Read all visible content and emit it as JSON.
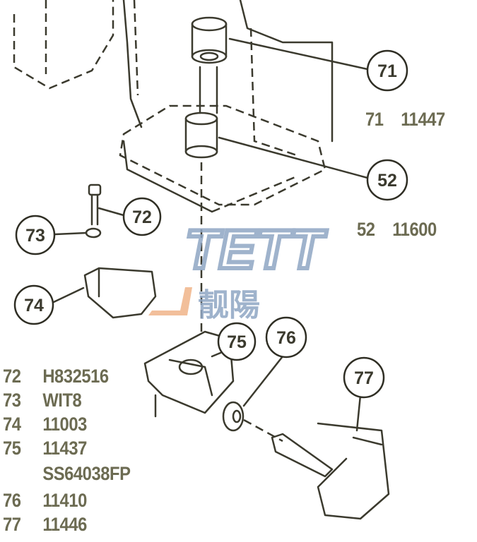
{
  "callouts": [
    "71",
    "52",
    "72",
    "73",
    "74",
    "75",
    "76",
    "77"
  ],
  "side_labels": [
    {
      "num": "71",
      "part": "11447"
    },
    {
      "num": "52",
      "part": "11600"
    }
  ],
  "parts_list": [
    {
      "num": "72",
      "part": "H832516"
    },
    {
      "num": "73",
      "part": "WIT8"
    },
    {
      "num": "74",
      "part": "11003"
    },
    {
      "num": "75",
      "part": "11437"
    },
    {
      "num": "",
      "part": "SS64038FP"
    },
    {
      "num": "76",
      "part": "11410"
    },
    {
      "num": "77",
      "part": "11446"
    }
  ],
  "watermark": {
    "latin": "TETT",
    "cjk": "靓陽"
  },
  "colors": {
    "text": "#6c6b52",
    "line": "#3b3a2e",
    "watermark_blue": "#8fa6c4",
    "watermark_orange": "#f0b489"
  }
}
